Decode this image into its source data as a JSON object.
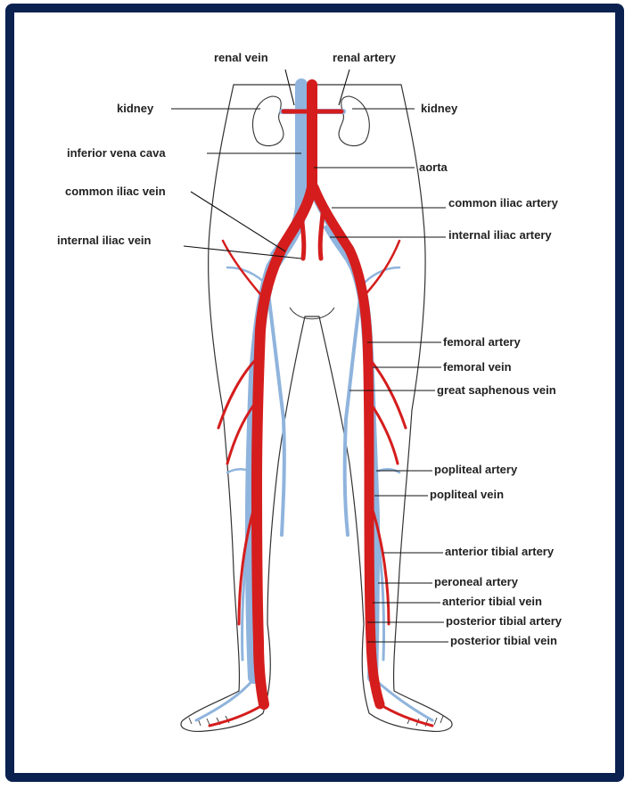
{
  "title": "",
  "labels": {
    "renal_vein": "renal vein",
    "renal_artery": "renal artery",
    "kidney_left": "kidney",
    "kidney_right": "kidney",
    "inferior_vena_cava": "inferior vena cava",
    "aorta": "aorta",
    "common_iliac_vein": "common iliac vein",
    "common_iliac_artery": "common iliac artery",
    "internal_iliac_vein": "internal iliac vein",
    "internal_iliac_artery": "internal iliac artery",
    "femoral_artery": "femoral artery",
    "femoral_vein": "femoral vein",
    "great_saphenous_vein": "great saphenous vein",
    "popliteal_artery": "popliteal artery",
    "popliteal_vein": "popliteal vein",
    "anterior_tibial_artery": "anterior tibial artery",
    "peroneal_artery": "peroneal artery",
    "anterior_tibial_vein": "anterior tibial vein",
    "posterior_tibial_artery": "posterior tibial artery",
    "posterior_tibial_vein": "posterior tibial vein"
  },
  "colors": {
    "frame": "#0b2150",
    "artery": "#d51d1d",
    "vein": "#8fb4dd",
    "outline": "#333333"
  }
}
